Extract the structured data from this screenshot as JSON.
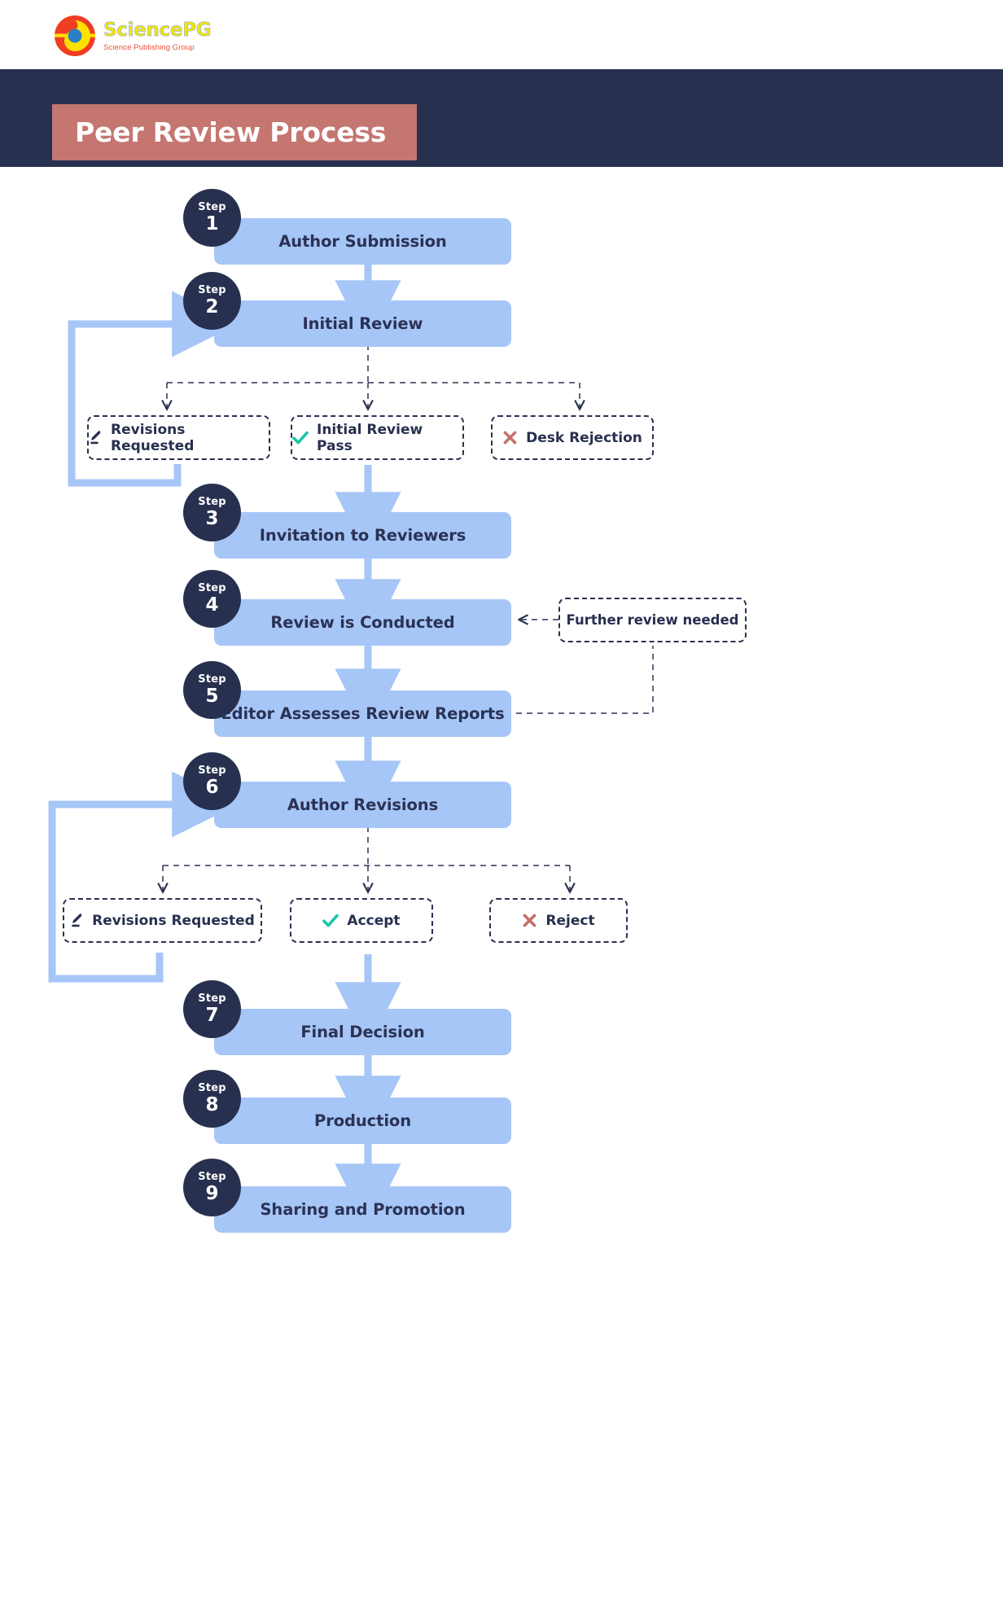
{
  "brand": {
    "name": "SciencePG",
    "tagline": "Science Publishing Group",
    "logo_icon": "sciencepg-circular-logo",
    "colors": {
      "yellow": "#f5e400",
      "red": "#e8503a",
      "blue": "#2a7fc1"
    }
  },
  "header": {
    "title": "Peer Review Process",
    "band_color": "#28304f",
    "plate_color": "#c57671"
  },
  "theme": {
    "node_fill": "#a6c6f7",
    "node_text": "#2b3254",
    "badge_fill": "#28304f",
    "dashed_border": "#28304f",
    "arrow_blue": "#a6c6f7",
    "check_green": "#17c7a8",
    "cross_red": "#c5706b"
  },
  "chart_data": {
    "type": "flowchart",
    "title": "Peer Review Process",
    "nodes": [
      {
        "id": "n1",
        "step_label": "Step",
        "step_number": "1",
        "label": "Author Submission",
        "kind": "process"
      },
      {
        "id": "n2",
        "step_label": "Step",
        "step_number": "2",
        "label": "Initial Review",
        "kind": "process"
      },
      {
        "id": "n3",
        "step_label": "Step",
        "step_number": "3",
        "label": "Invitation to Reviewers",
        "kind": "process"
      },
      {
        "id": "n4",
        "step_label": "Step",
        "step_number": "4",
        "label": "Review is Conducted",
        "kind": "process"
      },
      {
        "id": "n5",
        "step_label": "Step",
        "step_number": "5",
        "label": "Editor Assesses Review Reports",
        "kind": "process"
      },
      {
        "id": "n6",
        "step_label": "Step",
        "step_number": "6",
        "label": "Author Revisions",
        "kind": "process"
      },
      {
        "id": "n7",
        "step_label": "Step",
        "step_number": "7",
        "label": "Final Decision",
        "kind": "process"
      },
      {
        "id": "n8",
        "step_label": "Step",
        "step_number": "8",
        "label": "Production",
        "kind": "process"
      },
      {
        "id": "n9",
        "step_label": "Step",
        "step_number": "9",
        "label": "Sharing and Promotion",
        "kind": "process"
      }
    ],
    "outcomes_after_initial_review": [
      {
        "id": "o1",
        "label": "Revisions Requested",
        "icon": "pencil-icon"
      },
      {
        "id": "o2",
        "label": "Initial Review Pass",
        "icon": "check-icon"
      },
      {
        "id": "o3",
        "label": "Desk Rejection",
        "icon": "cross-icon"
      }
    ],
    "outcomes_after_author_revisions": [
      {
        "id": "o4",
        "label": "Revisions Requested",
        "icon": "pencil-icon"
      },
      {
        "id": "o5",
        "label": "Accept",
        "icon": "check-icon"
      },
      {
        "id": "o6",
        "label": "Reject",
        "icon": "cross-icon"
      }
    ],
    "side_notes": [
      {
        "id": "s1",
        "label": "Further review needed",
        "points_to": "n4",
        "from": "n5"
      }
    ],
    "edges": [
      {
        "from": "n1",
        "to": "n2",
        "style": "solid-arrow"
      },
      {
        "from": "n2",
        "to": "o1",
        "style": "dashed-arrow"
      },
      {
        "from": "n2",
        "to": "o2",
        "style": "dashed-arrow"
      },
      {
        "from": "n2",
        "to": "o3",
        "style": "dashed-arrow"
      },
      {
        "from": "o1",
        "to": "n2",
        "style": "solid-loop-arrow"
      },
      {
        "from": "o2",
        "to": "n3",
        "style": "solid-arrow"
      },
      {
        "from": "n3",
        "to": "n4",
        "style": "solid-arrow"
      },
      {
        "from": "n4",
        "to": "n5",
        "style": "solid-arrow"
      },
      {
        "from": "n5",
        "to": "s1",
        "style": "dashed"
      },
      {
        "from": "s1",
        "to": "n4",
        "style": "dashed-arrow"
      },
      {
        "from": "n5",
        "to": "n6",
        "style": "solid-arrow"
      },
      {
        "from": "n6",
        "to": "o4",
        "style": "dashed-arrow"
      },
      {
        "from": "n6",
        "to": "o5",
        "style": "dashed-arrow"
      },
      {
        "from": "n6",
        "to": "o6",
        "style": "dashed-arrow"
      },
      {
        "from": "o4",
        "to": "n6",
        "style": "solid-loop-arrow"
      },
      {
        "from": "o5",
        "to": "n7",
        "style": "solid-arrow"
      },
      {
        "from": "n7",
        "to": "n8",
        "style": "solid-arrow"
      },
      {
        "from": "n8",
        "to": "n9",
        "style": "solid-arrow"
      }
    ]
  }
}
